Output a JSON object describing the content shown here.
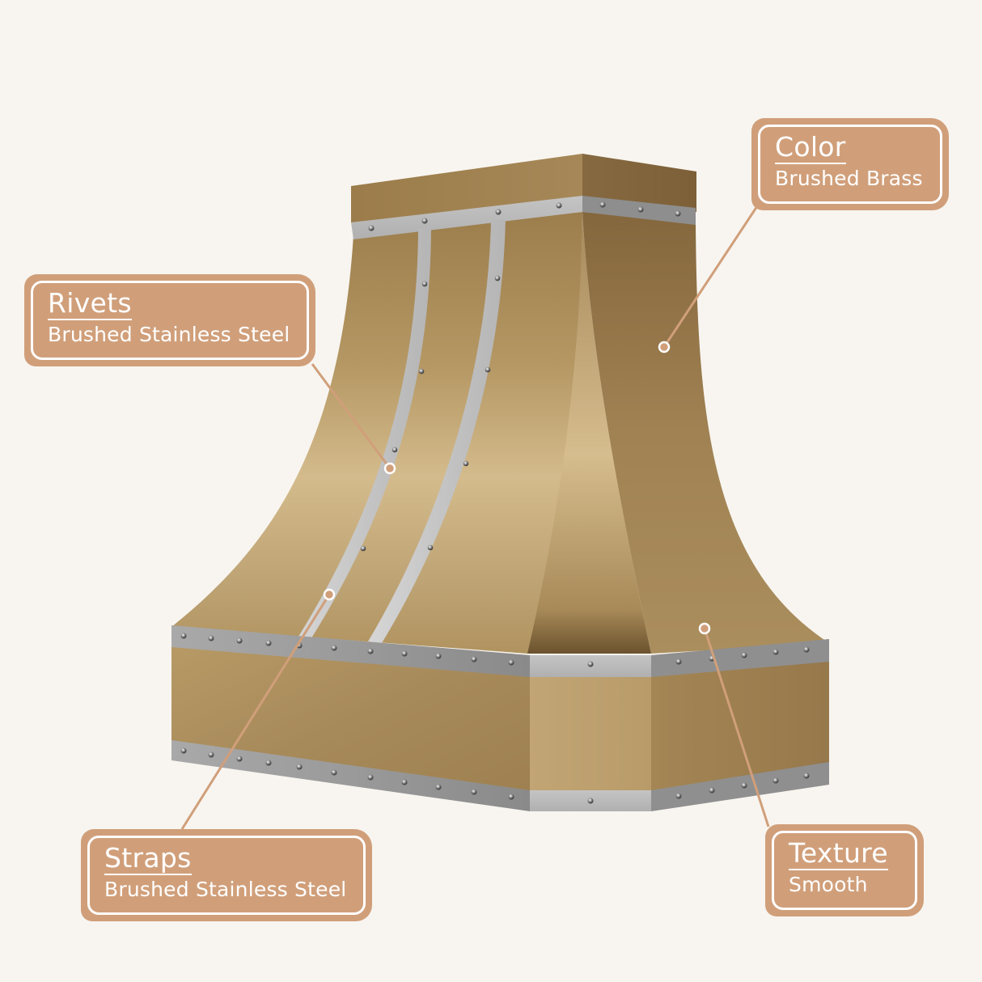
{
  "page": {
    "background": "#f8f5f0",
    "subject": "Brushed brass range hood with stainless steel straps and rivets"
  },
  "colors": {
    "callout_fill": "#d09f7a",
    "callout_border": "#ffffff",
    "leader_line": "#d09f7a",
    "brass_light": "#d4bb8c",
    "brass_mid": "#b0935f",
    "brass_dark": "#8a6c40",
    "steel_light": "#bdbdbd",
    "steel_dark": "#8c8c8c"
  },
  "callouts": [
    {
      "id": "color",
      "title": "Color",
      "value": "Brushed Brass"
    },
    {
      "id": "rivets",
      "title": "Rivets",
      "value": "Brushed Stainless Steel"
    },
    {
      "id": "straps",
      "title": "Straps",
      "value": "Brushed Stainless Steel"
    },
    {
      "id": "texture",
      "title": "Texture",
      "value": "Smooth"
    }
  ]
}
